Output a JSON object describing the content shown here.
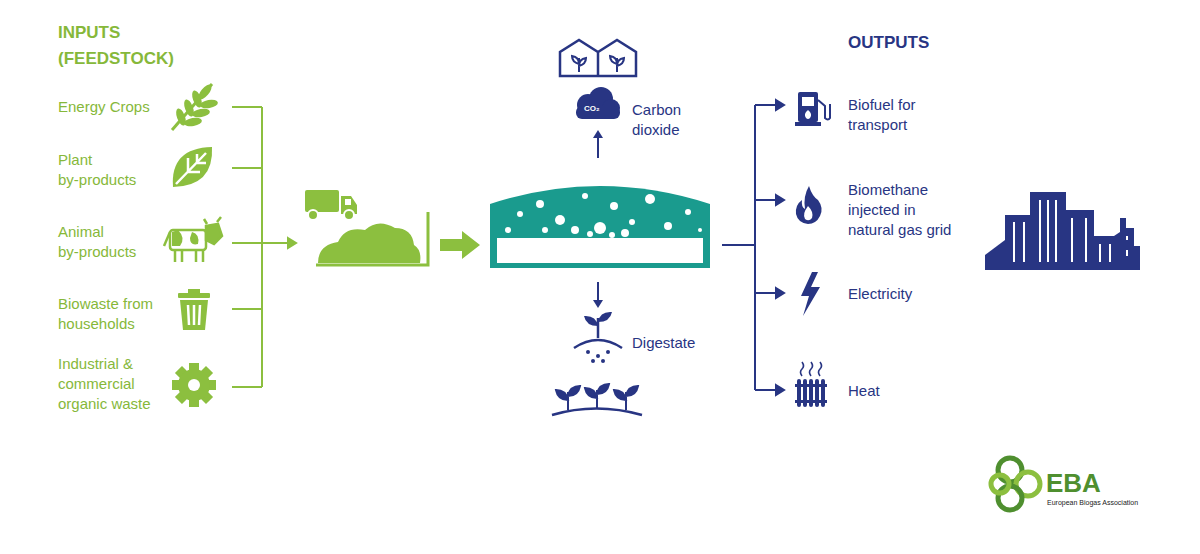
{
  "diagram": {
    "nodes": [
      {
        "text": [
          "Energy Crops"
        ]
      },
      {
        "text": [
          "Plant by-products"
        ]
      },
      {
        "text": [
          "Animal by-products"
        ]
      },
      {
        "text": [
          "Biowaste from households"
        ]
      },
      {
        "text": [
          "Industrial & commercial organic waste"
        ]
      },
      {
        "text": [
          "Carbon dioxide"
        ]
      },
      {
        "text": [
          "Digestate"
        ]
      },
      {
        "text": [
          "Biofuel for transport"
        ]
      },
      {
        "text": [
          "Biomethane injected in natural gas grid"
        ]
      },
      {
        "text": [
          "Electricity"
        ]
      },
      {
        "text": [
          "Heat"
        ]
      }
    ],
    "labels": [
      "INPUTS (FEEDSTOCK)",
      "OUTPUTS",
      "CO₂",
      "EBA",
      "European Biogas Association"
    ]
  }
}
